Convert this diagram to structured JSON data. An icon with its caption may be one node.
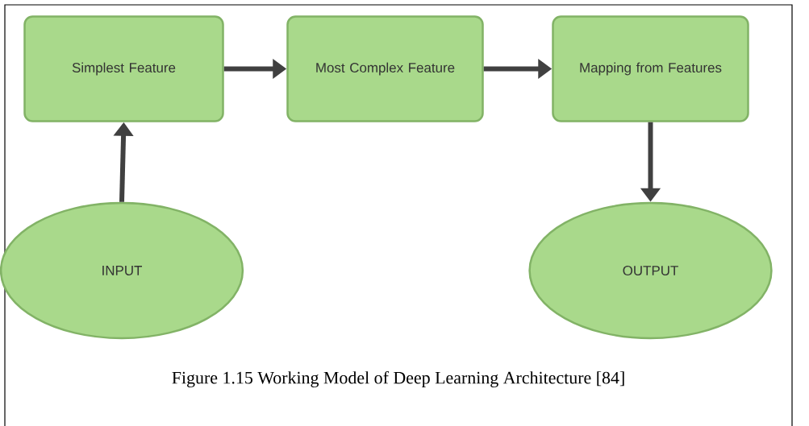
{
  "diagram": {
    "caption": "Figure 1.15 Working Model of Deep Learning Architecture [84]",
    "nodes": [
      {
        "text": [
          "Simplest Feature"
        ]
      },
      {
        "text": [
          "Most Complex Feature"
        ]
      },
      {
        "text": [
          "Mapping from Features"
        ]
      },
      {
        "text": [
          "INPUT"
        ]
      },
      {
        "text": [
          "OUTPUT"
        ]
      }
    ],
    "edges": [
      {
        "from": 0,
        "to": 1,
        "arrow": "to"
      },
      {
        "from": 1,
        "to": 2,
        "arrow": "to"
      },
      {
        "from": 2,
        "to": 4,
        "arrow": "to"
      },
      {
        "from": 3,
        "to": 0,
        "arrow": "to"
      }
    ]
  }
}
